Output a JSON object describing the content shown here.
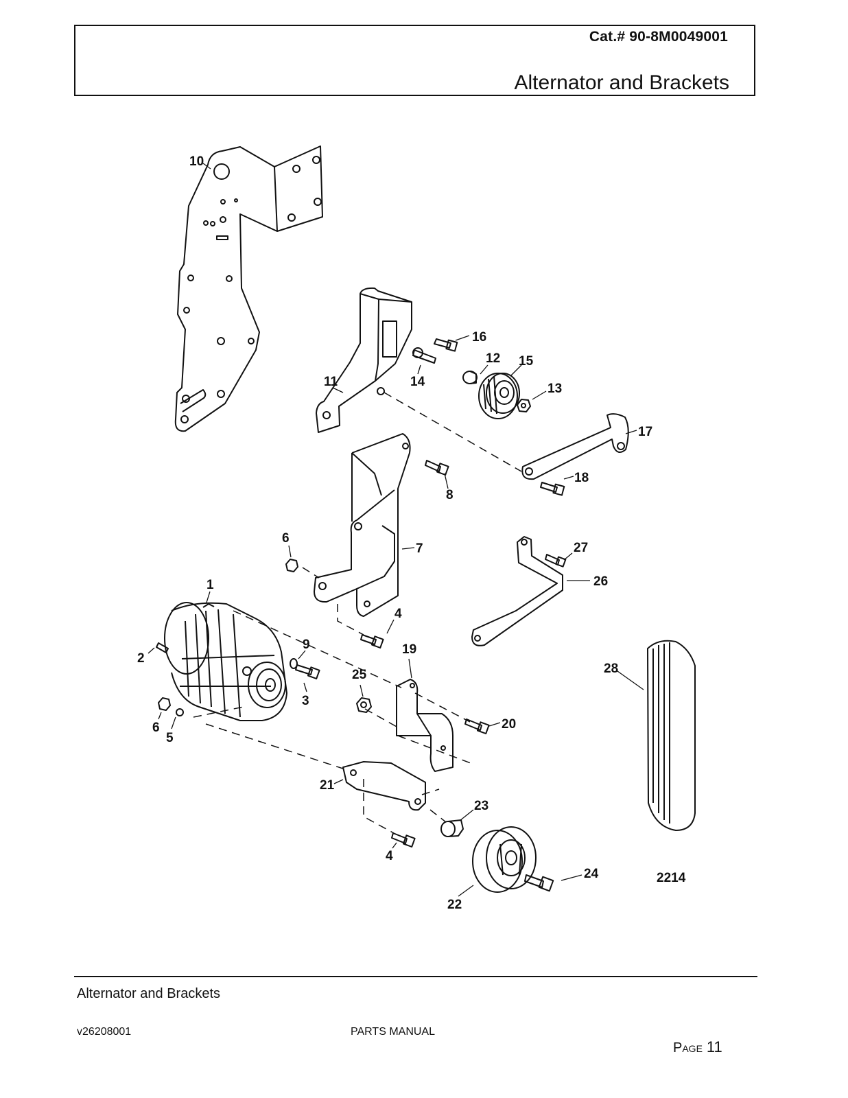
{
  "header": {
    "catalog_number": "Cat.# 90-8M0049001",
    "title": "Alternator and Brackets"
  },
  "diagram": {
    "figure_number": "2214",
    "callouts": [
      {
        "label": "10"
      },
      {
        "label": "16"
      },
      {
        "label": "12"
      },
      {
        "label": "15"
      },
      {
        "label": "13"
      },
      {
        "label": "11"
      },
      {
        "label": "14"
      },
      {
        "label": "17"
      },
      {
        "label": "18"
      },
      {
        "label": "8"
      },
      {
        "label": "6"
      },
      {
        "label": "7"
      },
      {
        "label": "27"
      },
      {
        "label": "26"
      },
      {
        "label": "1"
      },
      {
        "label": "4"
      },
      {
        "label": "9"
      },
      {
        "label": "2"
      },
      {
        "label": "19"
      },
      {
        "label": "28"
      },
      {
        "label": "25"
      },
      {
        "label": "3"
      },
      {
        "label": "20"
      },
      {
        "label": "6"
      },
      {
        "label": "5"
      },
      {
        "label": "21"
      },
      {
        "label": "23"
      },
      {
        "label": "4"
      },
      {
        "label": "24"
      },
      {
        "label": "22"
      }
    ]
  },
  "footer": {
    "title": "Alternator and Brackets",
    "version": "v26208001",
    "manual": "PARTS MANUAL",
    "page_word": "Page",
    "page_number": "11"
  }
}
